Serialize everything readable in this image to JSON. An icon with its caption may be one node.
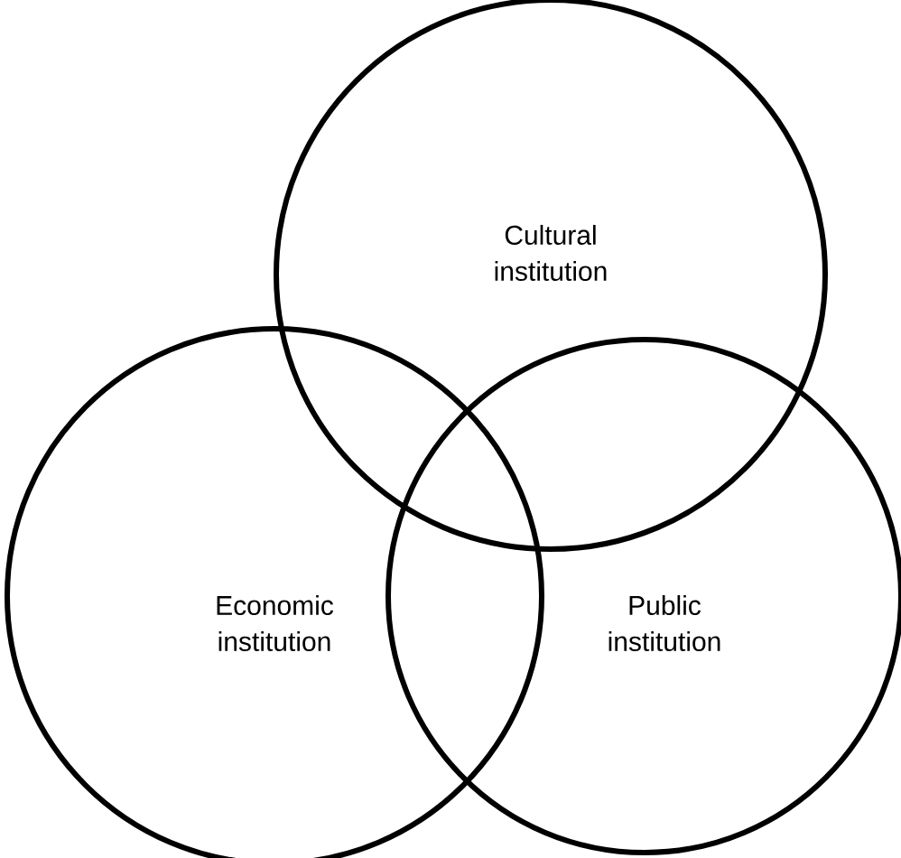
{
  "diagram": {
    "nodes": [
      {
        "text": [
          "Cultural institution"
        ]
      },
      {
        "text": [
          "Economic institution"
        ]
      },
      {
        "text": [
          "Public institution"
        ]
      }
    ]
  }
}
